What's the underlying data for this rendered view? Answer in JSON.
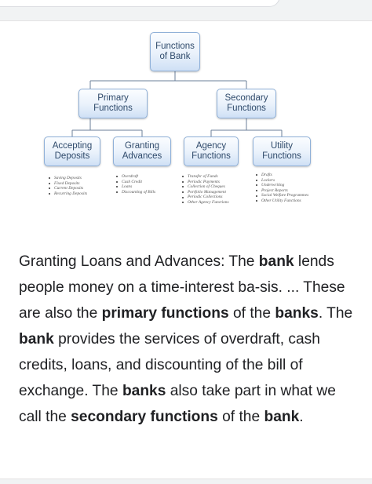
{
  "diagram": {
    "root": "Functions of Bank",
    "level1": [
      "Primary Functions",
      "Secondary Functions"
    ],
    "level2": [
      "Accepting Deposits",
      "Granting Advances",
      "Agency Functions",
      "Utility Functions"
    ],
    "lists": [
      [
        "Saving Deposits",
        "Fixed Deposits",
        "Current Deposits",
        "Recurring Deposits"
      ],
      [
        "Overdraft",
        "Cash Credit",
        "Loans",
        "Discounting of Bills"
      ],
      [
        "Transfer of Funds",
        "Periodic Payments",
        "Collection of Cheques",
        "Portfolio Management",
        "Periodic Collections",
        "Other Agency Functions"
      ],
      [
        "Drafts",
        "Lockers",
        "Underwriting",
        "Project Reports",
        "Social Welfare Programmes",
        "Other Utility Functions"
      ]
    ]
  },
  "snippet": {
    "segments": [
      {
        "t": "Granting Loans and Advances: The ",
        "b": false
      },
      {
        "t": "bank",
        "b": true
      },
      {
        "t": " lends people money on a time-interest ba-sis. ... These are also the ",
        "b": false
      },
      {
        "t": "primary functions",
        "b": true
      },
      {
        "t": " of the ",
        "b": false
      },
      {
        "t": "banks",
        "b": true
      },
      {
        "t": ". The ",
        "b": false
      },
      {
        "t": "bank",
        "b": true
      },
      {
        "t": " provides the services of overdraft, cash credits, loans, and discounting of the bill of exchange. The ",
        "b": false
      },
      {
        "t": "banks",
        "b": true
      },
      {
        "t": " also take part in what we call the ",
        "b": false
      },
      {
        "t": "secondary functions",
        "b": true
      },
      {
        "t": " of the ",
        "b": false
      },
      {
        "t": "bank",
        "b": true
      },
      {
        "t": ".",
        "b": false
      }
    ]
  }
}
